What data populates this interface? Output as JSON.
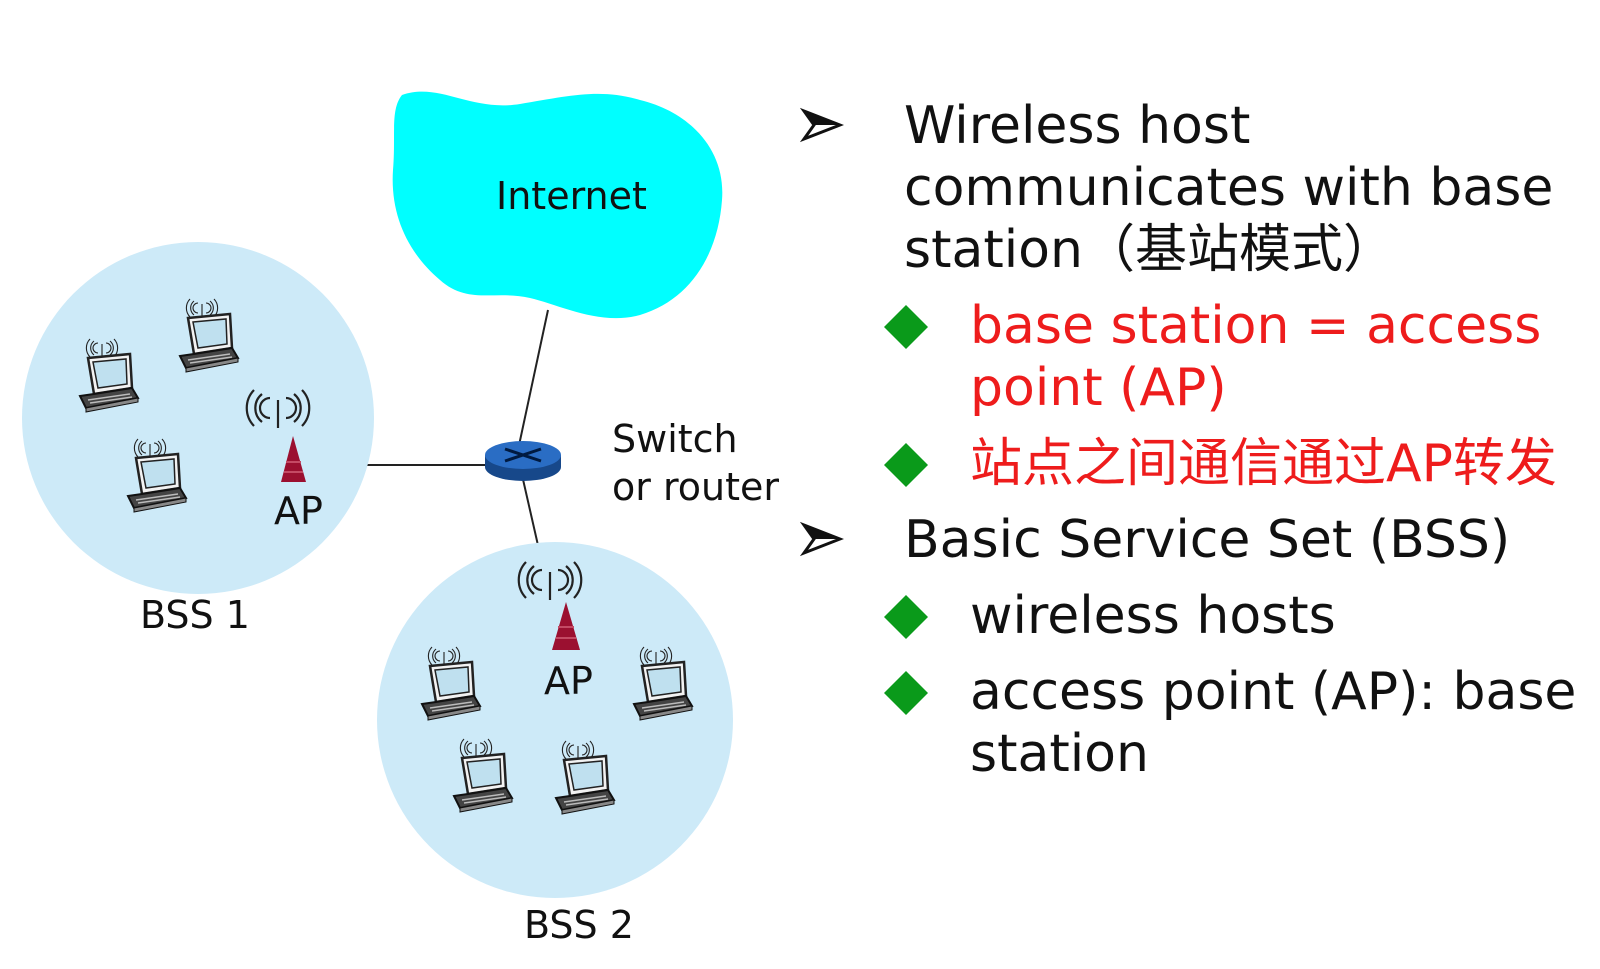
{
  "diagram": {
    "internet_label": "Internet",
    "switch_label_line1": "Switch",
    "switch_label_line2": "or router",
    "bss1": {
      "label": "BSS 1",
      "ap_label": "AP"
    },
    "bss2": {
      "label": "BSS 2",
      "ap_label": "AP"
    }
  },
  "bullets": [
    {
      "level": 1,
      "text": "Wireless host communicates with base station（基站模式）",
      "color": "#111111"
    },
    {
      "level": 2,
      "text": "base station = access point (AP)",
      "color": "#ee1c1c"
    },
    {
      "level": 2,
      "text": "站点之间通信通过AP转发",
      "color": "#ee1c1c"
    },
    {
      "level": 1,
      "text": "Basic Service Set (BSS)",
      "color": "#111111"
    },
    {
      "level": 2,
      "text": "wireless hosts",
      "color": "#111111"
    },
    {
      "level": 2,
      "text": "access point (AP): base station",
      "color": "#111111"
    }
  ],
  "colors": {
    "cloud": "#00ffff",
    "bss_circle": "#cdeaf8",
    "ap_tower": "#9b1030",
    "router": "#1f5fb0",
    "arrow_bullet": "#111111",
    "diamond_bullet": "#0a9a1a"
  }
}
